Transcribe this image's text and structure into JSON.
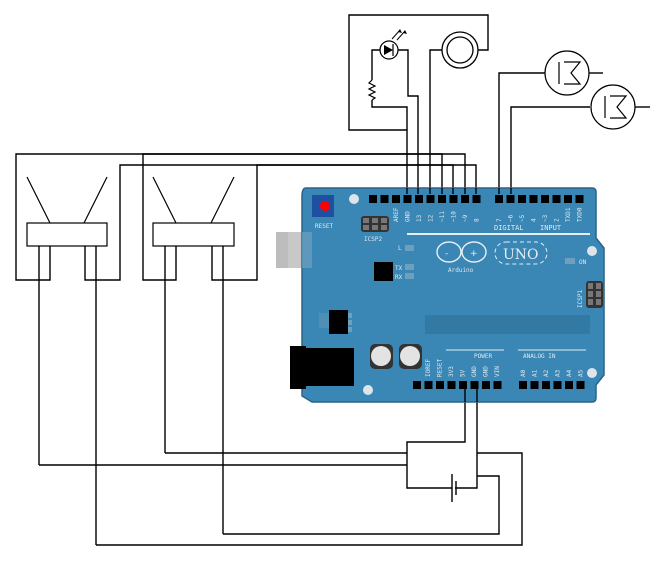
{
  "diagram": {
    "title": "Arduino UNO wiring schematic",
    "colors": {
      "board": "#3a86b4",
      "board_dark": "#2f6f97",
      "board_edge": "#2a6489",
      "label": "#dfe9f0",
      "reset_button": "#1f4fa0",
      "reset_dot": "#ff0000",
      "wire": "#000000",
      "usb": "#c8c8c8"
    },
    "board": {
      "name": "Arduino UNO",
      "logo_text": "Arduino",
      "model_text": "UNO",
      "reset_label": "RESET",
      "icsp2_label": "ICSP2",
      "icsp1_label": "ICSP1",
      "led_l_label": "L",
      "tx_label": "TX",
      "rx_label": "RX",
      "on_label": "ON",
      "digital_label": "DIGITAL",
      "input_label": "INPUT",
      "power_label": "POWER",
      "analog_label": "ANALOG IN",
      "digital_pins_a": [
        "AREF",
        "GND",
        "13",
        "12",
        "~11",
        "~10",
        "~9",
        "8"
      ],
      "digital_pins_b": [
        "7",
        "~6",
        "~5",
        "4",
        "~3",
        "2",
        "TXD1",
        "TXD0"
      ],
      "power_pins": [
        "IOREF",
        "RESET",
        "3V3",
        "5V",
        "GND",
        "GND",
        "VIN"
      ],
      "analog_pins": [
        "A0",
        "A1",
        "A2",
        "A3",
        "A4",
        "A5"
      ]
    },
    "components": [
      {
        "id": "led",
        "type": "LED",
        "icon": "led-icon"
      },
      {
        "id": "resistor",
        "type": "Resistor",
        "icon": "resistor-icon"
      },
      {
        "id": "photocell",
        "type": "Photoresistor",
        "icon": "photocell-icon"
      },
      {
        "id": "relay1",
        "type": "Relay",
        "icon": "relay-icon"
      },
      {
        "id": "relay2",
        "type": "Relay",
        "icon": "relay-icon"
      },
      {
        "id": "switch1",
        "type": "Switch",
        "icon": "switch-icon"
      },
      {
        "id": "switch2",
        "type": "Switch",
        "icon": "switch-icon"
      },
      {
        "id": "battery",
        "type": "Battery",
        "icon": "battery-icon"
      }
    ]
  }
}
